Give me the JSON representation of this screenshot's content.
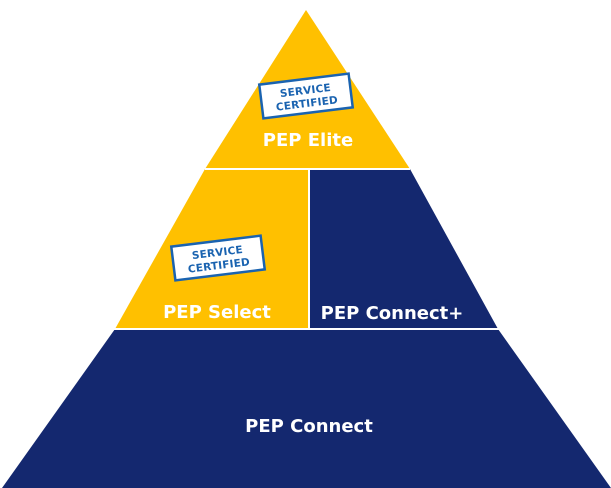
{
  "colors": {
    "gold": "#FFC000",
    "navy": "#14286F",
    "divider": "#ffffff",
    "badge_border": "#1a63b0",
    "badge_text": "#1a63b0",
    "label_text": "#ffffff"
  },
  "tiers": {
    "top": {
      "label": "PEP Elite",
      "badge": {
        "line1": "SERVICE",
        "line2": "CERTIFIED"
      }
    },
    "middle_left": {
      "label": "PEP Select",
      "badge": {
        "line1": "SERVICE",
        "line2": "CERTIFIED"
      }
    },
    "middle_right": {
      "label": "PEP Connect+"
    },
    "bottom": {
      "label": "PEP Connect"
    }
  }
}
